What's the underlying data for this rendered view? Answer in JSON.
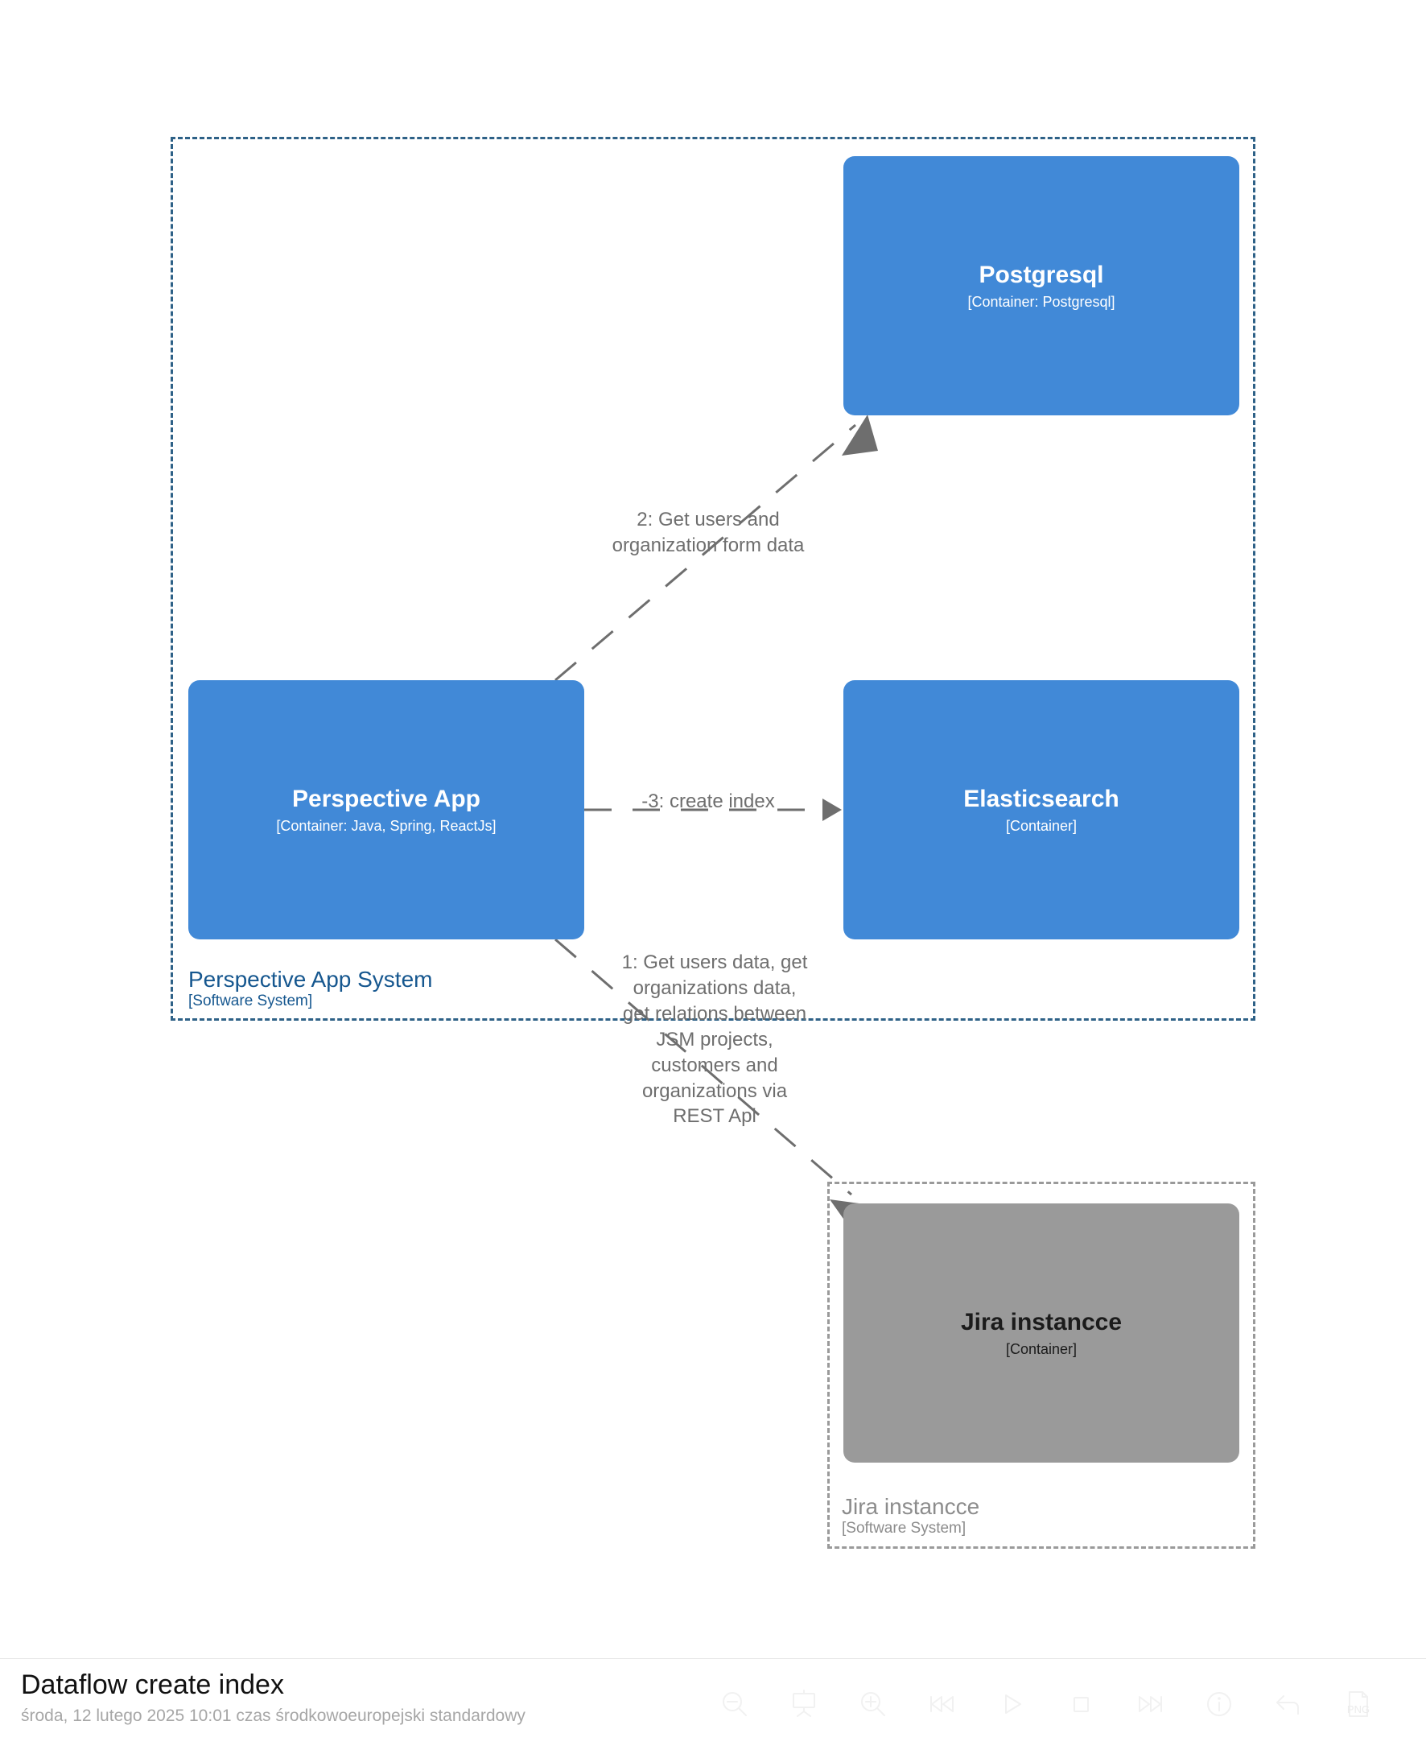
{
  "diagram": {
    "boundaries": [
      {
        "name": "Perspective App System",
        "type": "[Software System]"
      },
      {
        "name": "Jira instancce",
        "type": "[Software System]"
      }
    ],
    "nodes": [
      {
        "name": "Postgresql",
        "tech": "[Container: Postgresql]",
        "color": "#4189d7"
      },
      {
        "name": "Perspective App",
        "tech": "[Container: Java, Spring, ReactJs]",
        "color": "#4189d7"
      },
      {
        "name": "Elasticsearch",
        "tech": "[Container]",
        "color": "#4189d7"
      },
      {
        "name": "Jira instancce",
        "tech": "[Container]",
        "color": "#9a9a9a"
      }
    ],
    "edges": [
      {
        "label": "2: Get users and organization form data"
      },
      {
        "label": "-3: create index"
      },
      {
        "label": "1: Get users data, get organizations data, get relations between JSM projects, customers and organizations via REST Api"
      }
    ]
  },
  "footer": {
    "title": "Dataflow create index",
    "timestamp": "środa, 12 lutego 2025 10:01 czas środkowoeuropejski standardowy",
    "toolbar": {
      "items": [
        {
          "icon": "zoom-out-icon",
          "label": ""
        },
        {
          "icon": "presentation-icon",
          "label": ""
        },
        {
          "icon": "zoom-in-icon",
          "label": ""
        },
        {
          "icon": "rewind-icon",
          "label": ""
        },
        {
          "icon": "play-icon",
          "label": ""
        },
        {
          "icon": "stop-icon",
          "label": ""
        },
        {
          "icon": "fast-forward-icon",
          "label": ""
        },
        {
          "icon": "info-icon",
          "label": ""
        },
        {
          "icon": "back-arrow-icon",
          "label": ""
        },
        {
          "icon": "export-png-icon",
          "label": "PNG"
        }
      ],
      "export_label": "PNG"
    }
  }
}
